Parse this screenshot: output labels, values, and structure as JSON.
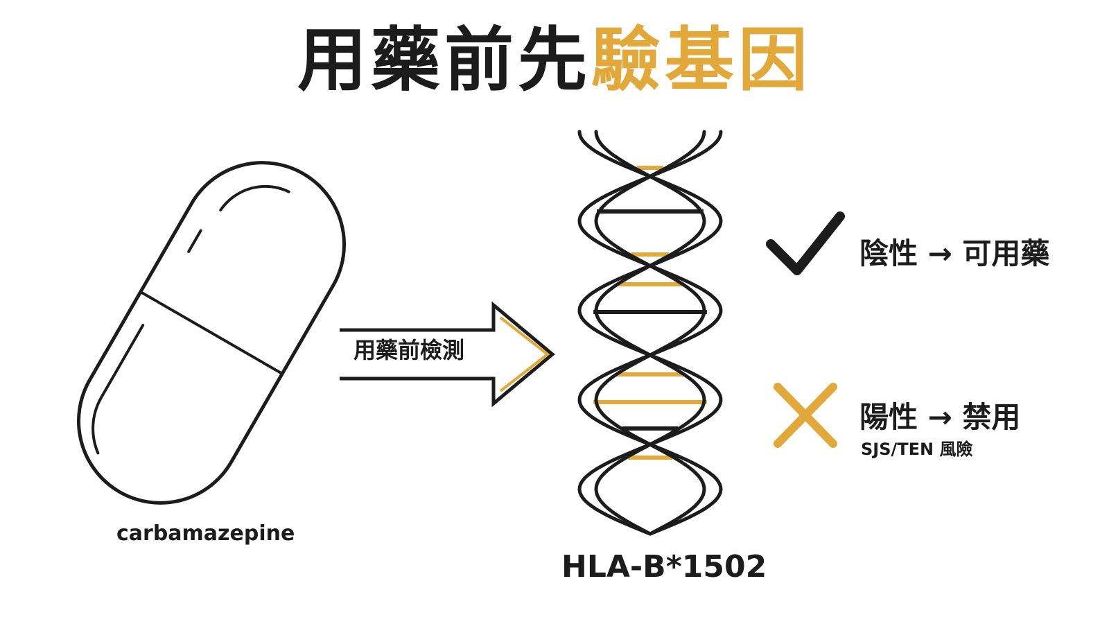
{
  "title": {
    "main": "用藥前先",
    "accent": "驗基因"
  },
  "drug": {
    "name": "carbamazepine"
  },
  "arrow": {
    "label": "用藥前檢測"
  },
  "gene": {
    "name": "HLA-B*1502"
  },
  "outcomes": {
    "negative": {
      "label": "陰性 → 可用藥",
      "icon": "check-icon"
    },
    "positive": {
      "label": "陽性 → 禁用",
      "sub": "SJS/TEN 風險",
      "icon": "cross-icon"
    }
  },
  "colors": {
    "ink": "#1c1c1c",
    "accent": "#e2a83a",
    "background": "#ffffff"
  }
}
